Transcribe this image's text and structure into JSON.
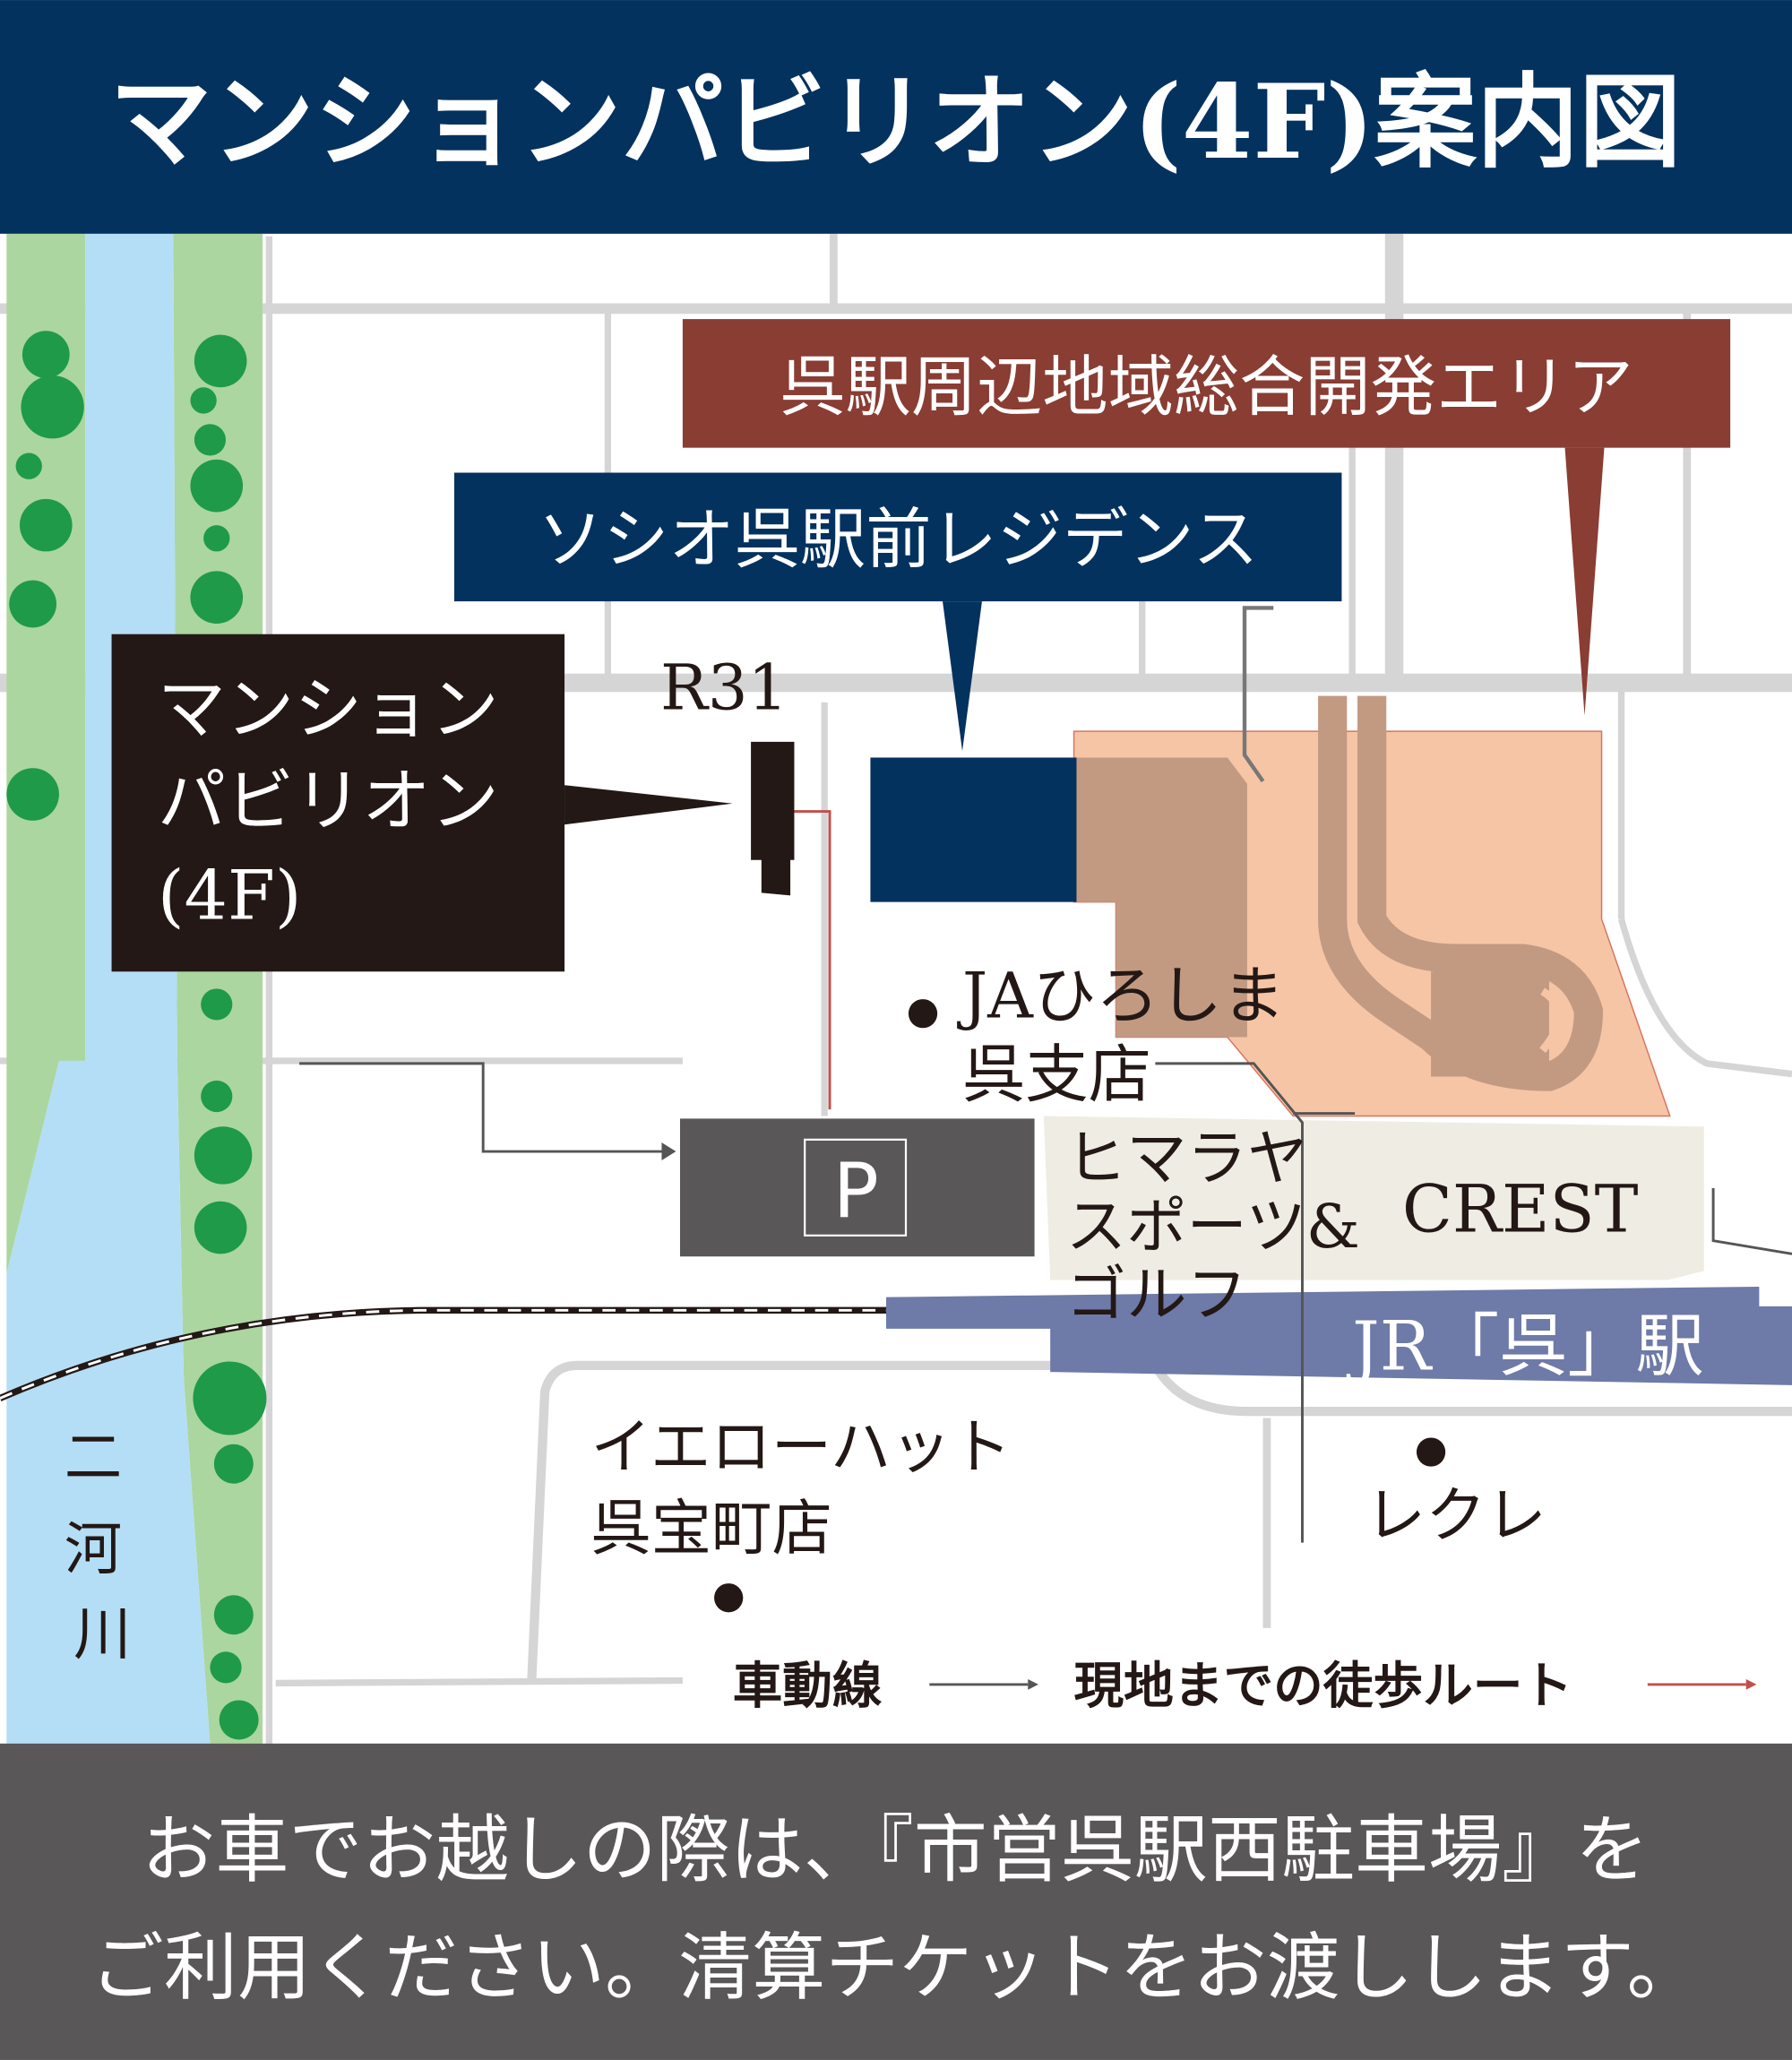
{
  "title": "マンションパビリオン(4F)案内図",
  "labels": {
    "development_area": "呉駅周辺地域総合開発エリア",
    "socio": "ソシオ呉駅前レジデンス",
    "pavilion_line1": "マンション",
    "pavilion_line2": "パビリオン",
    "pavilion_line3": "(4F)",
    "route": "R31",
    "parking": "P",
    "ja_line1": "JAひろしま",
    "ja_line2": "呉支店",
    "himaraya_line1": "ヒマラヤ",
    "himaraya_line2": "スポーツ&",
    "himaraya_line3": "ゴルフ",
    "crest": "CREST",
    "station": "JR「呉」駅",
    "yellowhat_line1": "イエローハット",
    "yellowhat_line2": "呉宝町店",
    "recre": "レクレ",
    "river_1": "二",
    "river_2": "河",
    "river_3": "川"
  },
  "legend": {
    "car_route": "車動線",
    "walk_route": "現地までの徒歩ルート"
  },
  "footer": {
    "line1": "お車でお越しの際は、『市営呉駅西駐車場』を",
    "line2": "ご利用ください。清算チケットをお渡しします。"
  },
  "colors": {
    "navy": "#04325f",
    "brick": "#8a3d33",
    "black": "#231815",
    "area": "#f6c5a5",
    "area_inner": "#c29a82",
    "parking": "#595757",
    "station": "#6e7aa7",
    "river": "#b4def5",
    "bank": "#abd69f",
    "tree": "#1f9a48",
    "road": "#d5d5d5",
    "walk_route": "#c0504d",
    "footer": "#595757"
  }
}
